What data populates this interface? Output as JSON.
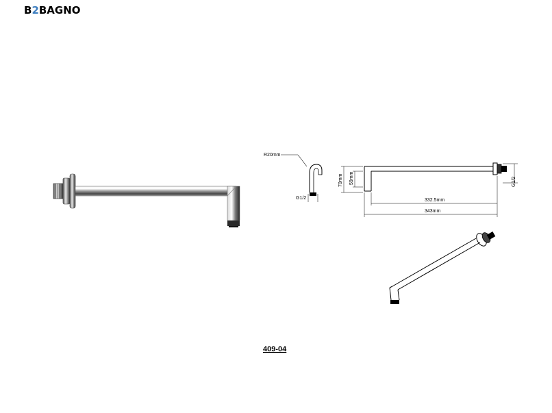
{
  "brand": {
    "part1": "B",
    "part2": "2",
    "part3": "BAGNO",
    "accent_color": "#3f7fc0"
  },
  "drawing": {
    "radius_label": "R20mm",
    "thread_label_side": "G1/2",
    "thread_label_front": "G1/2",
    "height_outer": "70mm",
    "height_inner": "59mm",
    "length_inner": "332.5mm",
    "length_total": "343mm"
  },
  "model_code": "409-04"
}
